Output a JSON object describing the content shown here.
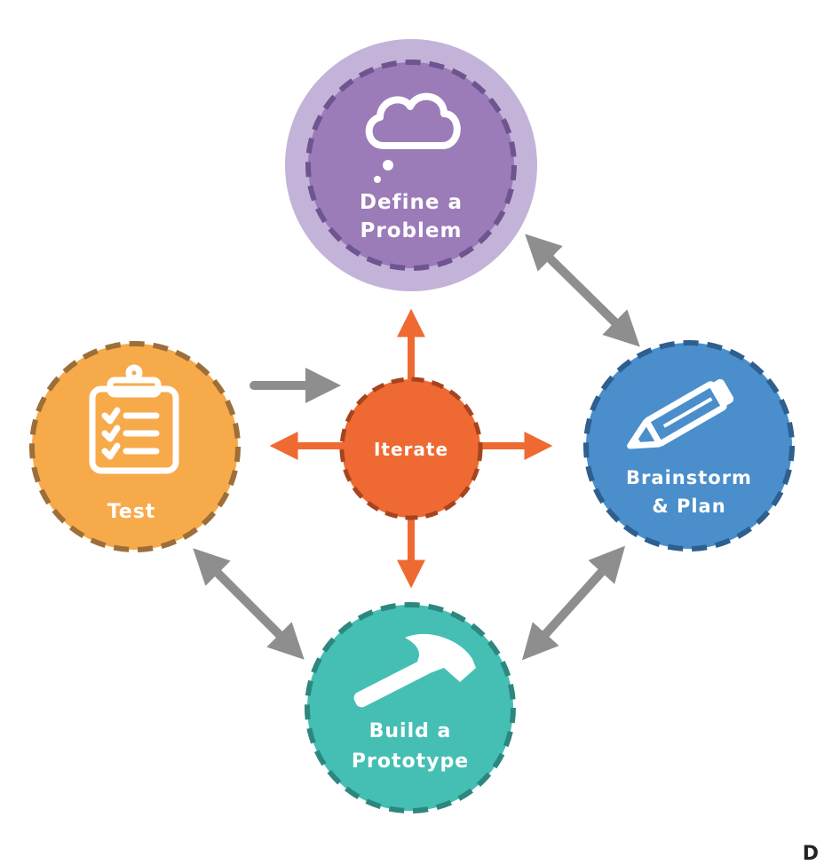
{
  "nodes": {
    "define": {
      "line1": "Define a",
      "line2": "Problem",
      "icon": "thought-cloud-icon",
      "color": "#9b7bb8",
      "halo": "#c4b3d8",
      "dash": "#6e5590"
    },
    "brainstorm": {
      "line1": "Brainstorm",
      "line2": "& Plan",
      "icon": "pencil-icon",
      "color": "#4a8ecc",
      "dash": "#2e5f8e"
    },
    "build": {
      "line1": "Build a",
      "line2": "Prototype",
      "icon": "hammer-icon",
      "color": "#45bfb3",
      "dash": "#2e877f"
    },
    "test": {
      "line1": "Test",
      "icon": "clipboard-checklist-icon",
      "color": "#f7aa4a",
      "dash": "#9c6f3a"
    },
    "iterate": {
      "label": "Iterate",
      "color": "#ee6a32",
      "dash": "#a64420"
    }
  },
  "arrow_color_gray": "#8e8e8e",
  "arrow_color_orange": "#ee6a32",
  "corner_text": "D"
}
